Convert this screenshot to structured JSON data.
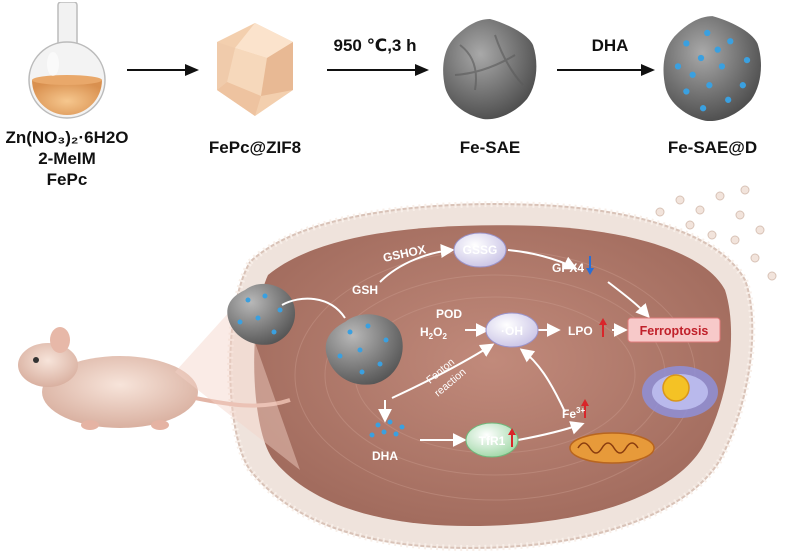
{
  "synthesis": {
    "precursors": [
      "Zn(NO₃)₂·6H2O",
      "2-MeIM",
      "FePc"
    ],
    "step1_product": "FePc@ZIF8",
    "step2_condition": "950 ℃,3 h",
    "step2_product": "Fe-SAE",
    "step3_condition": "DHA",
    "step3_product": "Fe-SAE@D"
  },
  "pathway": {
    "gsh": "GSH",
    "gshox": "GSHOX",
    "gssg": "GSSG",
    "gpx4": "GPX4",
    "h2o2_main": "H",
    "h2o2_sub1": "2",
    "h2o2_mid": "O",
    "h2o2_sub2": "2",
    "pod": "POD",
    "oh": "·OH",
    "lpo": "LPO",
    "ferroptosis": "Ferroptosis",
    "fenton_line1": "Fenton",
    "fenton_line2": "reaction",
    "fe_main": "Fe",
    "fe_sup": "3+",
    "tfr1": "TfR1",
    "dha": "DHA"
  },
  "colors": {
    "arrow": "#111111",
    "cell_interior": "#b0786a",
    "membrane": "#efe3dc",
    "up_arrow": "#d9252a",
    "down_arrow": "#2a6fd6",
    "ferroptosis_box": "#f7c9c9",
    "ferroptosis_text": "#c0202a",
    "nano_dot": "#3aa0e0"
  }
}
